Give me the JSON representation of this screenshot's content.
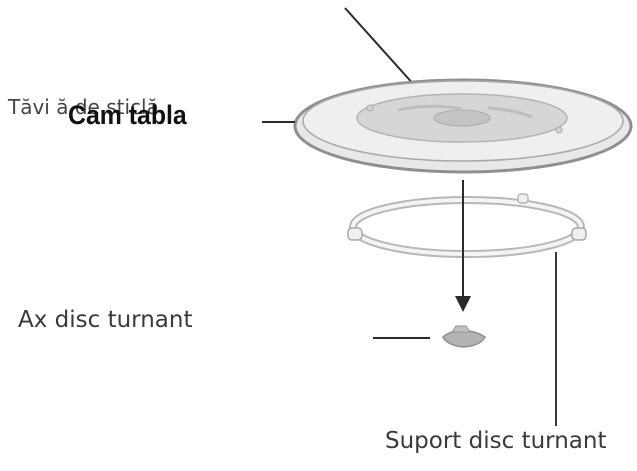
{
  "labels": {
    "glass_tray": "Tăvi ă de sticlă",
    "glass_tray_overlay": "Cam tabla",
    "turntable_shaft": "Ax disc turnant",
    "turntable_support": "Suport disc turnant"
  },
  "colors": {
    "line": "#2a2a2a",
    "tray_fill": "#e6e6e6",
    "tray_edge": "#9a9a9a",
    "tray_inner": "#cfcfcf",
    "ring_fill": "#f2f2f2",
    "ring_edge": "#b5b5b5",
    "coupler": "#b0b0b0"
  }
}
